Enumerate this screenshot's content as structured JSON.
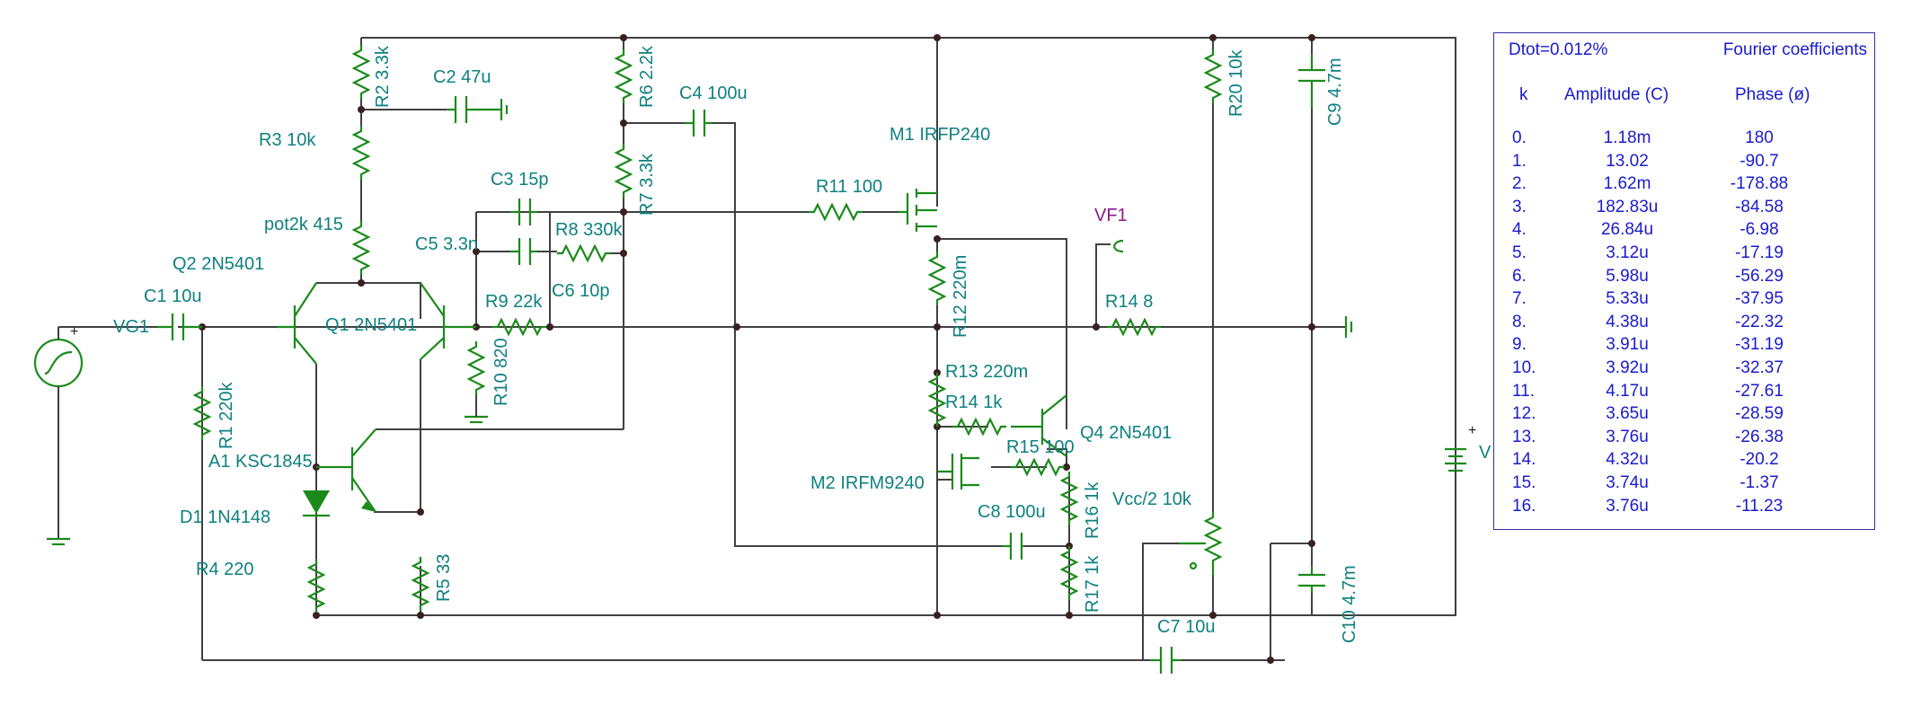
{
  "components": {
    "R1": "R1 220k",
    "R2": "R2 3.3k",
    "R3": "R3 10k",
    "R4": "R4 220",
    "R5": "R5 33",
    "R6": "R6 2.2k",
    "R7": "R7 3.3k",
    "R8": "R8 330k",
    "R9": "R9 22k",
    "R10": "R10 820",
    "R11": "R11 100",
    "R12": "R12 220m",
    "R13": "R13 220m",
    "R14a": "R14 1k",
    "R14b": "R14 8",
    "R15": "R15 100",
    "R16": "R16 1k",
    "R17": "R17 1k",
    "R20": "R20 10k",
    "C1": "C1 10u",
    "C2": "C2 47u",
    "C3": "C3 15p",
    "C4": "C4 100u",
    "C5": "C5 3.3n",
    "C6": "C6 10p",
    "C7": "C7 10u",
    "C8": "C8 100u",
    "C9": "C9 4.7m",
    "C10": "C10 4.7m",
    "Q1": "Q1 2N5401",
    "Q2": "Q2 2N5401",
    "Q4": "Q4 2N5401",
    "A1": "A1 KSC1845",
    "M1": "M1 IRFP240",
    "M2": "M2 IRFM9240",
    "D1": "D1 1N4148",
    "pot": "pot2k 415",
    "vcc2": "Vcc/2 10k",
    "VG1": "VG1",
    "VF1": "VF1",
    "plus1": "+",
    "plus2": "+",
    "V": "V"
  },
  "fourier": {
    "dtot": "Dtot=0.012%",
    "title": "Fourier coefficients",
    "col_k": "k",
    "col_amp": "Amplitude (C)",
    "col_phase": "Phase (ø)",
    "rows": [
      {
        "k": "0.",
        "amp": "1.18m",
        "phase": "180"
      },
      {
        "k": "1.",
        "amp": "13.02",
        "phase": "-90.7"
      },
      {
        "k": "2.",
        "amp": "1.62m",
        "phase": "-178.88"
      },
      {
        "k": "3.",
        "amp": "182.83u",
        "phase": "-84.58"
      },
      {
        "k": "4.",
        "amp": "26.84u",
        "phase": "-6.98"
      },
      {
        "k": "5.",
        "amp": "3.12u",
        "phase": "-17.19"
      },
      {
        "k": "6.",
        "amp": "5.98u",
        "phase": "-56.29"
      },
      {
        "k": "7.",
        "amp": "5.33u",
        "phase": "-37.95"
      },
      {
        "k": "8.",
        "amp": "4.38u",
        "phase": "-22.32"
      },
      {
        "k": "9.",
        "amp": "3.91u",
        "phase": "-31.19"
      },
      {
        "k": "10.",
        "amp": "3.92u",
        "phase": "-32.37"
      },
      {
        "k": "11.",
        "amp": "4.17u",
        "phase": "-27.61"
      },
      {
        "k": "12.",
        "amp": "3.65u",
        "phase": "-28.59"
      },
      {
        "k": "13.",
        "amp": "3.76u",
        "phase": "-26.38"
      },
      {
        "k": "14.",
        "amp": "4.32u",
        "phase": "-20.2"
      },
      {
        "k": "15.",
        "amp": "3.74u",
        "phase": "-1.37"
      },
      {
        "k": "16.",
        "amp": "3.76u",
        "phase": "-11.23"
      }
    ]
  }
}
